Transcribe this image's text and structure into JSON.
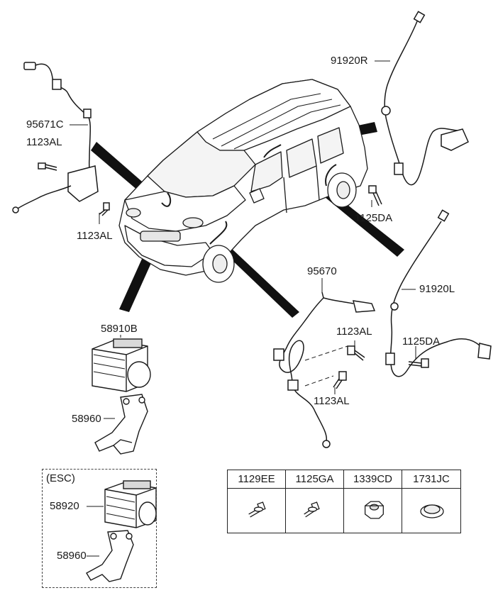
{
  "callouts": {
    "sensor_front_left": "95671C",
    "bolt_front_left_upper": "1123AL",
    "bolt_front_left_lower": "1123AL",
    "sensor_rear_right": "91920R",
    "bolt_rear_right": "1125DA",
    "sensor_front_right": "95670",
    "bolt_front_right_upper": "1123AL",
    "bolt_front_right_lower": "1123AL",
    "sensor_rear_left": "91920L",
    "bolt_rear_left": "1125DA",
    "abs_module": "58910B",
    "abs_bracket": "58960",
    "esc_tag": "(ESC)",
    "esc_module": "58920",
    "esc_bracket": "58960"
  },
  "parts_table": {
    "columns": [
      {
        "code": "1129EE",
        "icon": "bolt-flange-icon"
      },
      {
        "code": "1125GA",
        "icon": "bolt-washer-icon"
      },
      {
        "code": "1339CD",
        "icon": "hex-nut-icon"
      },
      {
        "code": "1731JC",
        "icon": "grommet-plug-icon"
      }
    ]
  },
  "colors": {
    "line": "#1a1a1a",
    "leader_band": "#111111",
    "fill": "#ffffff",
    "shade": "#d9d9d9"
  }
}
